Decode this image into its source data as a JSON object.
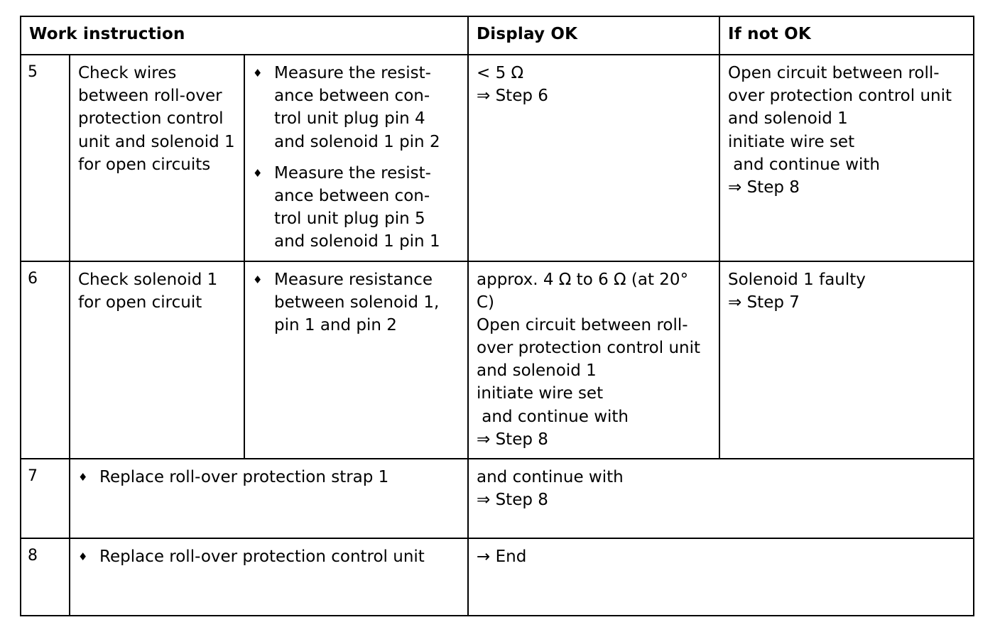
{
  "document": {
    "type": "troubleshooting-procedure-table",
    "headers": {
      "work_instruction": "Work instruction",
      "display_ok": "Display OK",
      "if_not_ok": "If not OK"
    },
    "bullet_glyph": "♦",
    "arrow_double": "⇒",
    "arrow_single": "→",
    "ohm": "Ω"
  },
  "rows": [
    {
      "step": "5",
      "task_lines": [
        "Check wires",
        "between roll-over",
        "protection control",
        "unit and solenoid 1",
        "for open circuits"
      ],
      "actions": [
        {
          "marker": "♦",
          "lines": [
            "Measure the resist-",
            "ance between con-",
            "trol unit plug pin 4",
            "and solenoid 1 pin 2"
          ]
        },
        {
          "marker": "♦",
          "lines": [
            "Measure the resist-",
            "ance between con-",
            "trol unit plug pin 5",
            "and solenoid 1 pin 1"
          ]
        }
      ],
      "display_ok_lines": [
        "< 5 Ω",
        "⇒ Step 6"
      ],
      "if_not_ok_lines": [
        "Open circuit between roll-",
        "over protection control unit",
        "and solenoid 1",
        "initiate wire set",
        " and continue with",
        "⇒ Step 8"
      ]
    },
    {
      "step": "6",
      "task_lines": [
        "Check solenoid 1",
        "for open circuit"
      ],
      "actions": [
        {
          "marker": "♦",
          "lines": [
            "Measure resistance",
            "between solenoid 1,",
            "pin 1 and pin 2"
          ]
        }
      ],
      "display_ok_lines": [
        "approx. 4 Ω to 6 Ω (at 20°",
        "C)",
        "Open circuit between roll-",
        "over protection control unit",
        "and solenoid 1",
        "initiate wire set",
        " and continue with",
        "⇒ Step 8"
      ],
      "if_not_ok_lines": [
        "Solenoid 1 faulty",
        "⇒ Step 7"
      ]
    },
    {
      "step": "7",
      "actions": [
        {
          "marker": "♦",
          "lines": [
            "Replace roll-over protection strap 1"
          ]
        }
      ],
      "result_lines": [
        "and continue with",
        "⇒ Step 8"
      ]
    },
    {
      "step": "8",
      "actions": [
        {
          "marker": "♦",
          "lines": [
            "Replace roll-over protection control unit"
          ]
        }
      ],
      "result_lines": [
        "→ End"
      ]
    }
  ]
}
